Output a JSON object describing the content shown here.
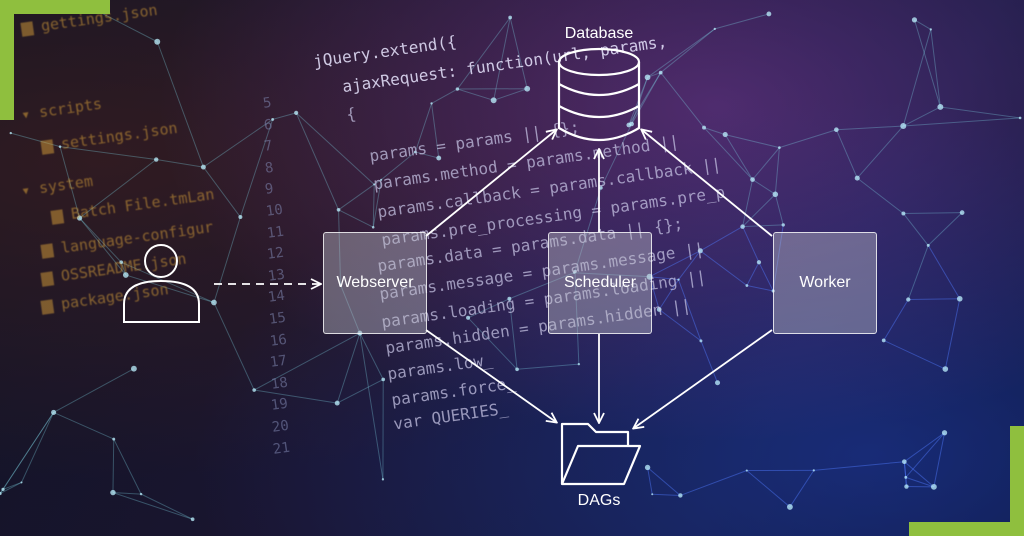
{
  "diagram": {
    "nodes": {
      "database": "Database",
      "webserver": "Webserver",
      "scheduler": "Scheduler",
      "worker": "Worker",
      "dags": "DAGs"
    }
  },
  "background_code": {
    "lines": [
      "jQuery.extend({",
      "  ajaxRequest: function(url, params,",
      "  {",
      "    params = params || {};",
      "    params.method = params.method ||",
      "    params.callback = params.callback ||",
      "    params.pre_processing = params.pre_p",
      "    params.data = params.data || {};",
      "    params.message = params.message ||",
      "    params.loading = params.loading ||",
      "    params.hidden = params.hidden ||",
      "    params.low_",
      "    params.force_",
      "    var QUERIES_"
    ],
    "line_numbers": [
      "5",
      "6",
      "7",
      "8",
      "9",
      "10",
      "11",
      "12",
      "13",
      "14",
      "15",
      "16",
      "17",
      "18",
      "19",
      "20",
      "21"
    ],
    "file_tree": [
      "gettings.json",
      "scripts",
      "settings.json",
      "system",
      "Batch File.tmLan",
      "language-configur",
      "OSSREADME.json",
      "package.json"
    ]
  },
  "colors": {
    "accent_corner": "#8fbf3e",
    "node_fill": "rgba(190,190,200,0.42)",
    "stroke": "#ffffff"
  },
  "icons": [
    "user-icon",
    "database-icon",
    "folder-icon"
  ]
}
